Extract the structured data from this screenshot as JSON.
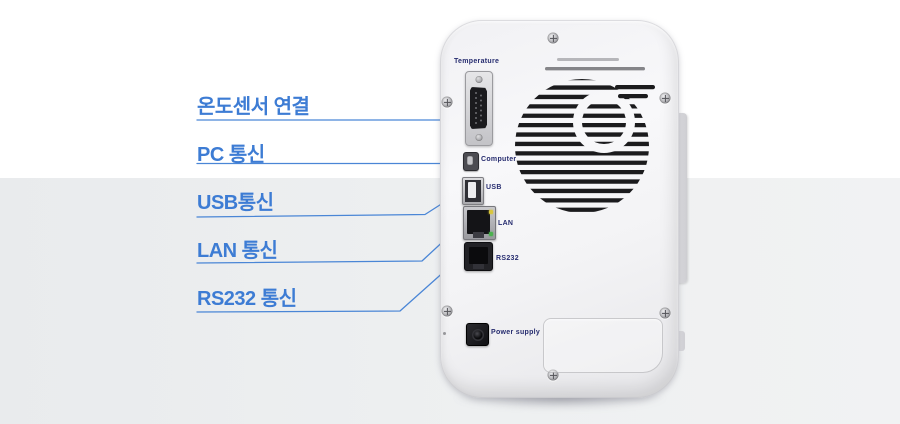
{
  "colors": {
    "callout_blue": "#4a86d6",
    "label_blue": "#3d7cd4",
    "port_label_navy": "#262c6f",
    "background_gray": "#edeff0"
  },
  "callouts": [
    {
      "id": "temperature",
      "label": "온도센서 연결"
    },
    {
      "id": "pc",
      "label": "PC 통신"
    },
    {
      "id": "usb",
      "label": "USB통신"
    },
    {
      "id": "lan",
      "label": "LAN 통신"
    },
    {
      "id": "rs232",
      "label": "RS232 통신"
    }
  ],
  "device_ports": {
    "temperature": "Temperature",
    "computer": "Computer",
    "usb": "USB",
    "lan": "LAN",
    "rs232": "RS232",
    "power": "Power supply"
  }
}
